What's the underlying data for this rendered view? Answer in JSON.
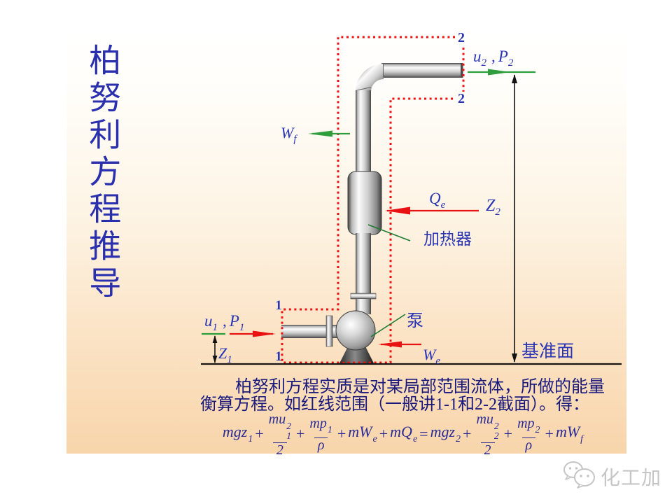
{
  "slide": {
    "title": "柏努利方程推导",
    "paragraph": {
      "line1": "柏努利方程实质是对某局部范围流体，所做的能量",
      "line2": "衡算方程。如红线范围（一般讲1-1和2-2截面）。得："
    }
  },
  "diagram": {
    "sections": {
      "top_a": "2",
      "top_b": "2",
      "bottom_a": "1",
      "bottom_b": "1"
    },
    "labels": {
      "u2": {
        "base": "u",
        "sub": "2"
      },
      "p2": {
        "base": "P",
        "sub": "2"
      },
      "u1": {
        "base": "u",
        "sub": "1"
      },
      "p1": {
        "base": "P",
        "sub": "1"
      },
      "z1": {
        "base": "Z",
        "sub": "1"
      },
      "z2": {
        "base": "Z",
        "sub": "2"
      },
      "wf": {
        "base": "W",
        "sub": "f"
      },
      "we": {
        "base": "W",
        "sub": "e"
      },
      "qe": {
        "base": "Q",
        "sub": "e"
      },
      "comma": ",",
      "heater": "加热器",
      "pump": "泵",
      "datum": "基准面"
    }
  },
  "equation": {
    "mgz": "mgz",
    "mu": "mu",
    "mp": "mp",
    "mW": "mW",
    "mQ": "mQ",
    "one": "1",
    "two": "2",
    "sup2": "2",
    "rho": "ρ",
    "e": "e",
    "f": "f",
    "plus": "+",
    "equals": "="
  },
  "watermark": {
    "icon": "wechat-icon",
    "text": "化工加"
  },
  "colors": {
    "boundary_red": "#ee1111",
    "arrow_red": "#e81212",
    "arrow_green": "#2e9e3c",
    "leader_green": "#1e7a32",
    "label_blue": "#2a35b5",
    "text_navy": "#19197d",
    "equation_navy": "#2a2a96",
    "title_blue": "#2a2fae",
    "slide_peach": "#f8d5ab"
  }
}
